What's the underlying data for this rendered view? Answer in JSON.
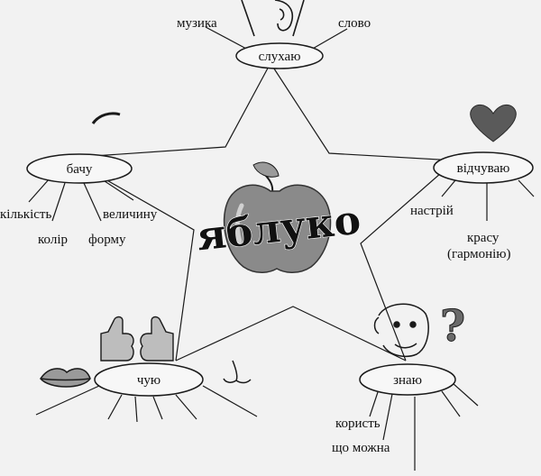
{
  "center": {
    "label": "яблуко"
  },
  "nodes": {
    "hear": {
      "label": "слухаю",
      "subs": [
        "музика",
        "слово"
      ]
    },
    "see": {
      "label": "бачу",
      "subs": [
        "кількість",
        "колір",
        "форму",
        "величину"
      ]
    },
    "feel": {
      "label": "відчуваю",
      "subs": [
        "настрій",
        "красу",
        "(гармонію)"
      ]
    },
    "taste": {
      "label": "чую"
    },
    "know": {
      "label": "знаю",
      "subs": [
        "користь",
        "що можна"
      ]
    }
  },
  "icons": [
    "ear-icon",
    "eye-icon",
    "heart-icon",
    "apple-icon",
    "hand-icon",
    "lips-icon",
    "nose-icon",
    "face-icon",
    "question-mark-icon"
  ],
  "colors": {
    "heart": "#5a5a5a",
    "apple": "#8a8a8a",
    "lines": "#1a1a1a"
  }
}
